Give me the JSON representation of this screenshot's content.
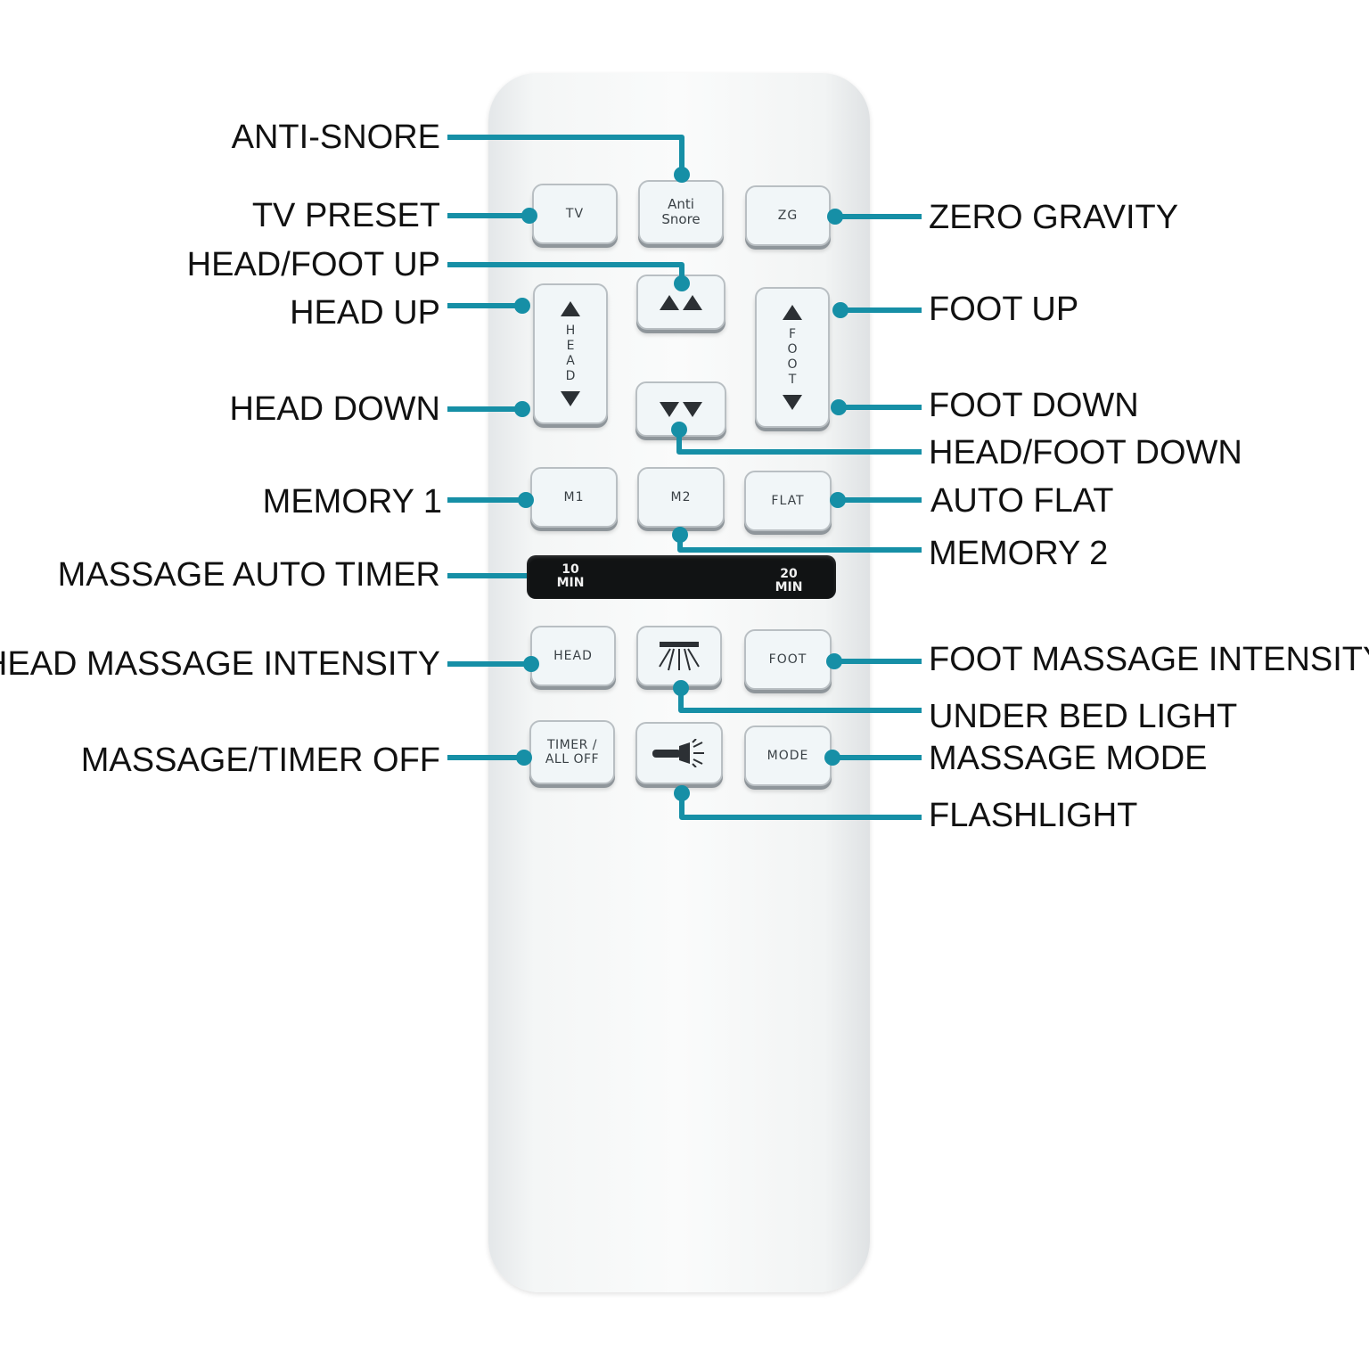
{
  "accent_color": "#168fa6",
  "buttons": {
    "tv": "TV",
    "anti_snore_1": "Anti",
    "anti_snore_2": "Snore",
    "zg": "ZG",
    "head_letters": [
      "H",
      "E",
      "A",
      "D"
    ],
    "foot_letters": [
      "F",
      "O",
      "O",
      "T"
    ],
    "m1": "M1",
    "m2": "M2",
    "flat": "FLAT",
    "head_massage": "HEAD",
    "foot_massage": "FOOT",
    "timer_off_1": "TIMER /",
    "timer_off_2": "ALL OFF",
    "mode": "MODE"
  },
  "timer_strip": {
    "left_value": "10",
    "left_unit": "MIN",
    "right_value": "20",
    "right_unit": "MIN"
  },
  "callouts": {
    "anti_snore": "ANTI-SNORE",
    "tv_preset": "TV PRESET",
    "zero_gravity": "ZERO GRAVITY",
    "head_foot_up": "HEAD/FOOT UP",
    "head_up": "HEAD UP",
    "foot_up": "FOOT UP",
    "head_down": "HEAD DOWN",
    "foot_down": "FOOT DOWN",
    "head_foot_down": "HEAD/FOOT DOWN",
    "memory_1": "MEMORY 1",
    "auto_flat": "AUTO FLAT",
    "memory_2": "MEMORY 2",
    "massage_auto_timer": "MASSAGE AUTO TIMER",
    "head_massage_intensity": "HEAD MASSAGE INTENSITY",
    "foot_massage_intensity": "FOOT MASSAGE INTENSITY",
    "under_bed_light": "UNDER BED LIGHT",
    "massage_timer_off": "MASSAGE/TIMER OFF",
    "massage_mode": "MASSAGE MODE",
    "flashlight": "FLASHLIGHT"
  }
}
